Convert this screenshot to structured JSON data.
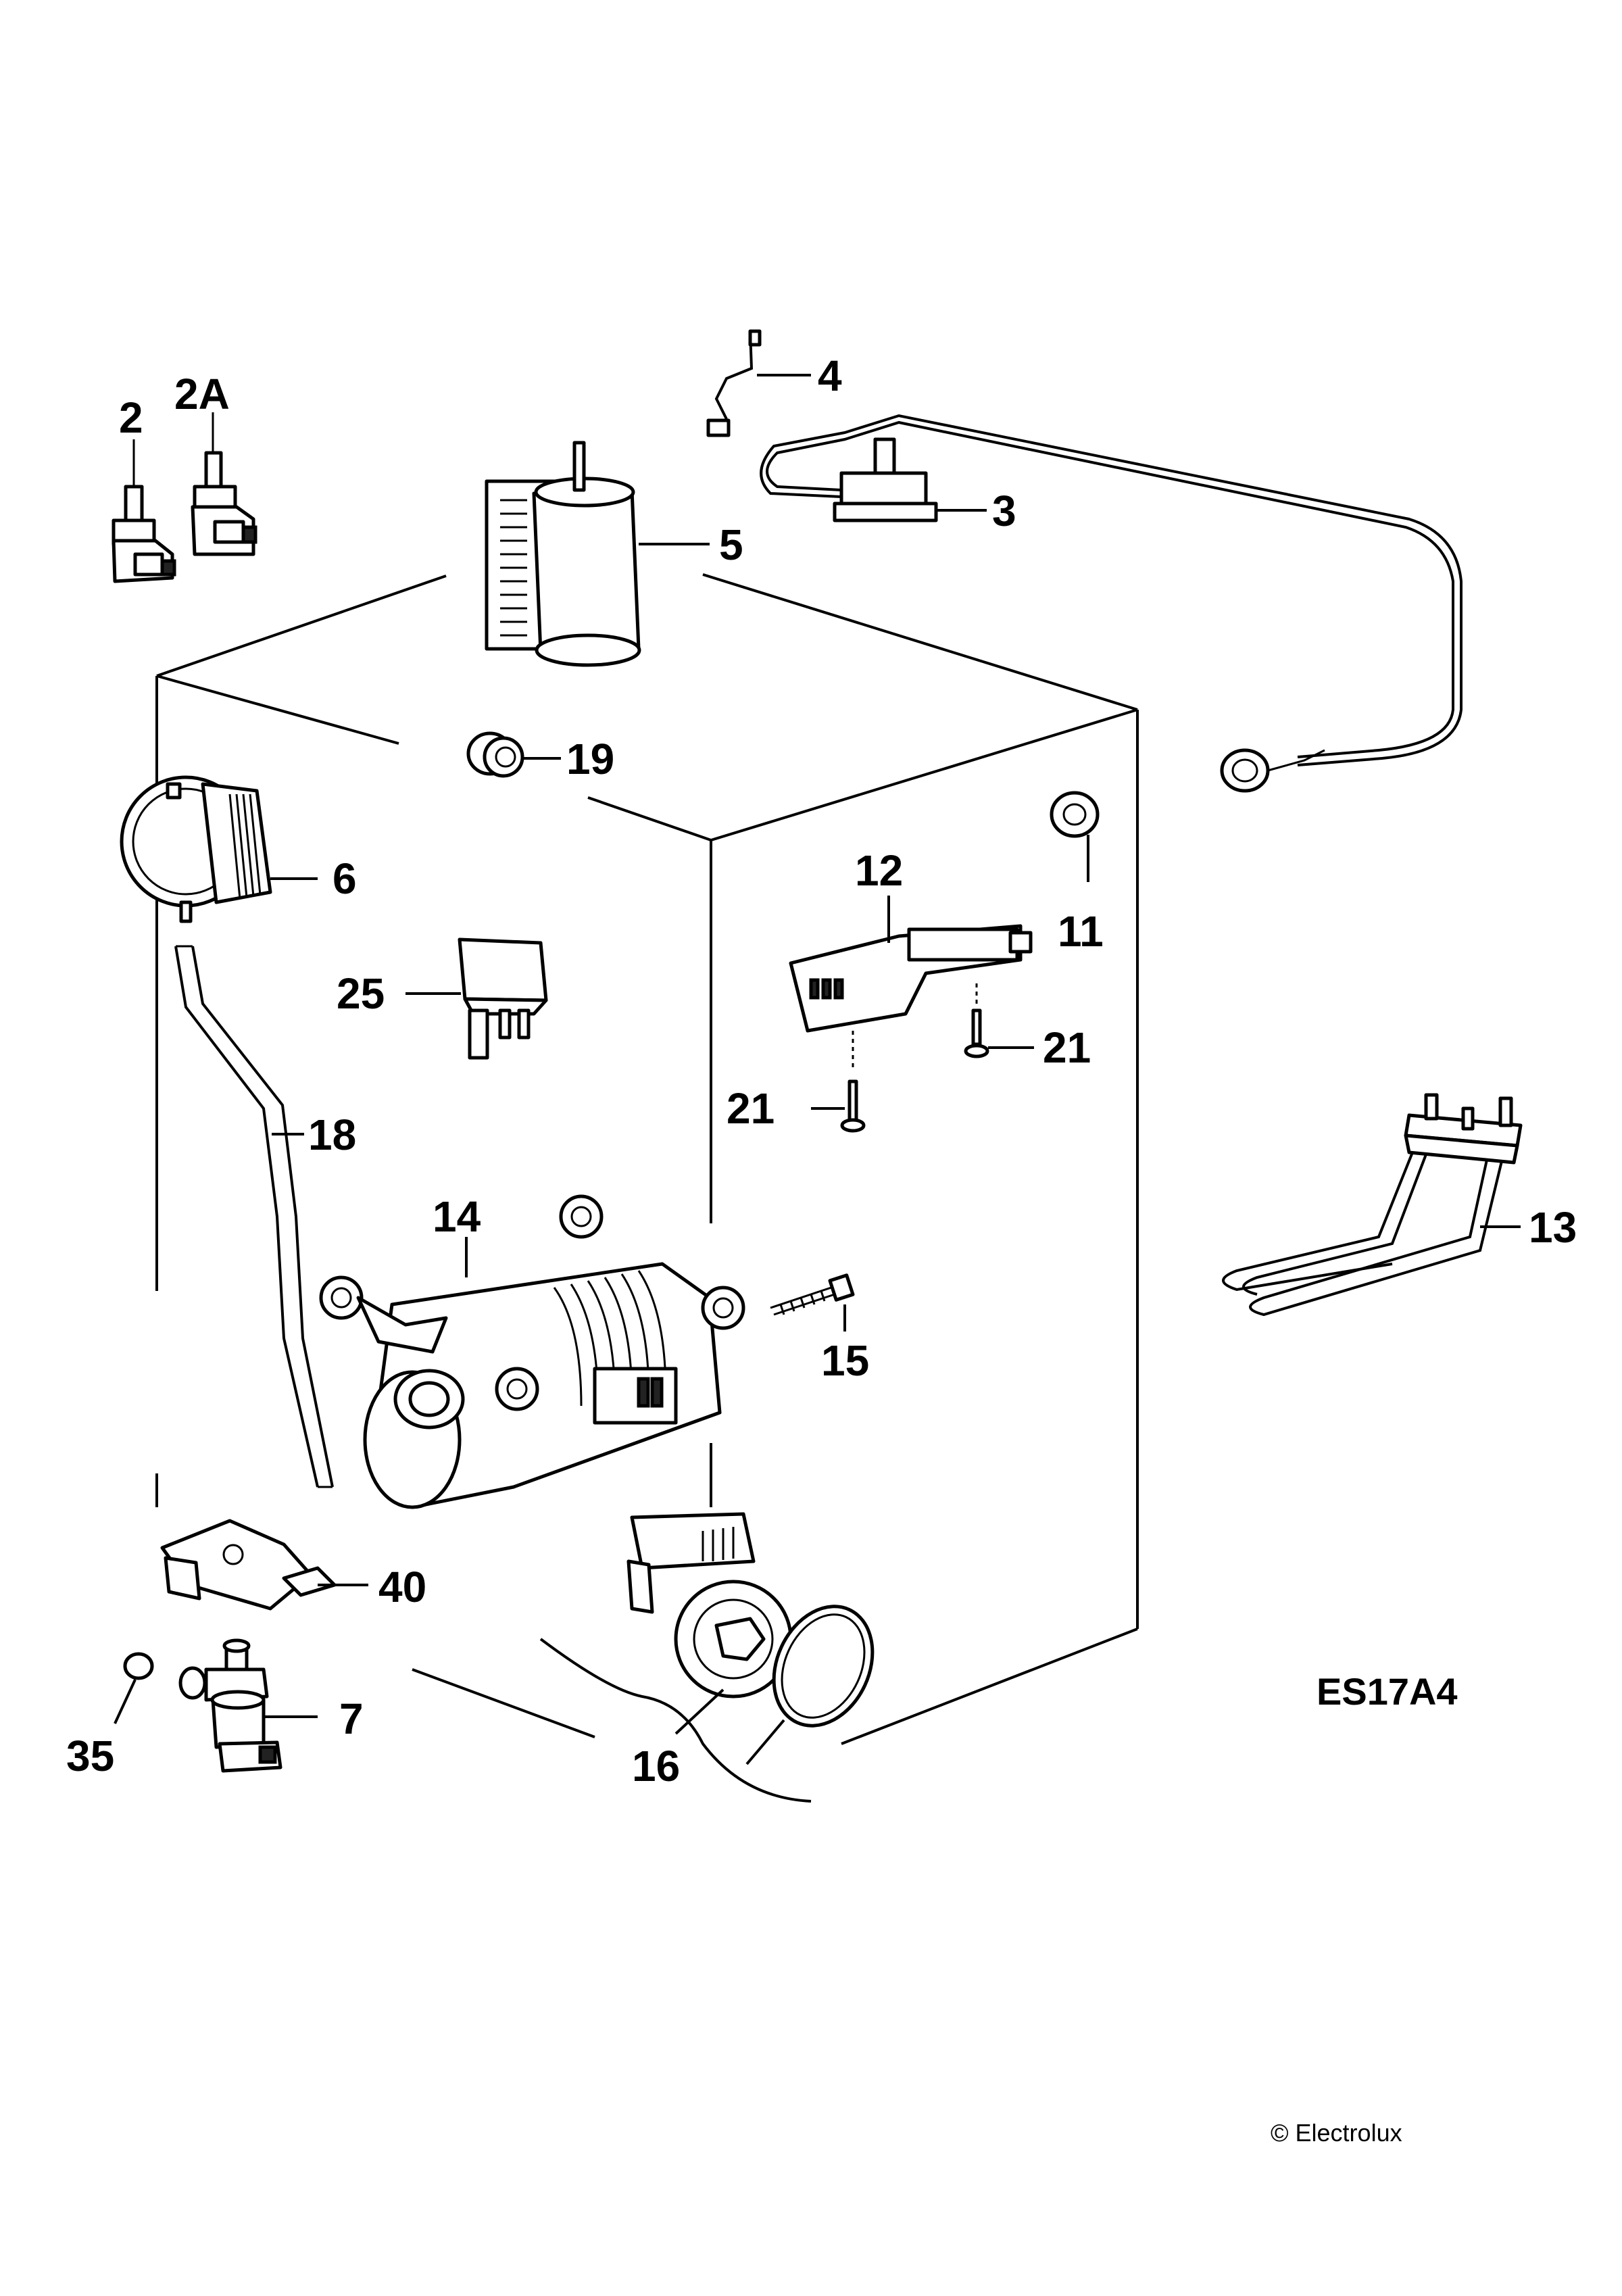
{
  "diagram": {
    "code": "ES17A4",
    "copyright": "© Electrolux",
    "labels": {
      "p2": "2",
      "p2a": "2A",
      "p3": "3",
      "p4": "4",
      "p5": "5",
      "p6": "6",
      "p7": "7",
      "p11": "11",
      "p12": "12",
      "p13": "13",
      "p14": "14",
      "p15": "15",
      "p16": "16",
      "p18": "18",
      "p19": "19",
      "p21a": "21",
      "p21b": "21",
      "p25": "25",
      "p35": "35",
      "p40": "40"
    }
  }
}
